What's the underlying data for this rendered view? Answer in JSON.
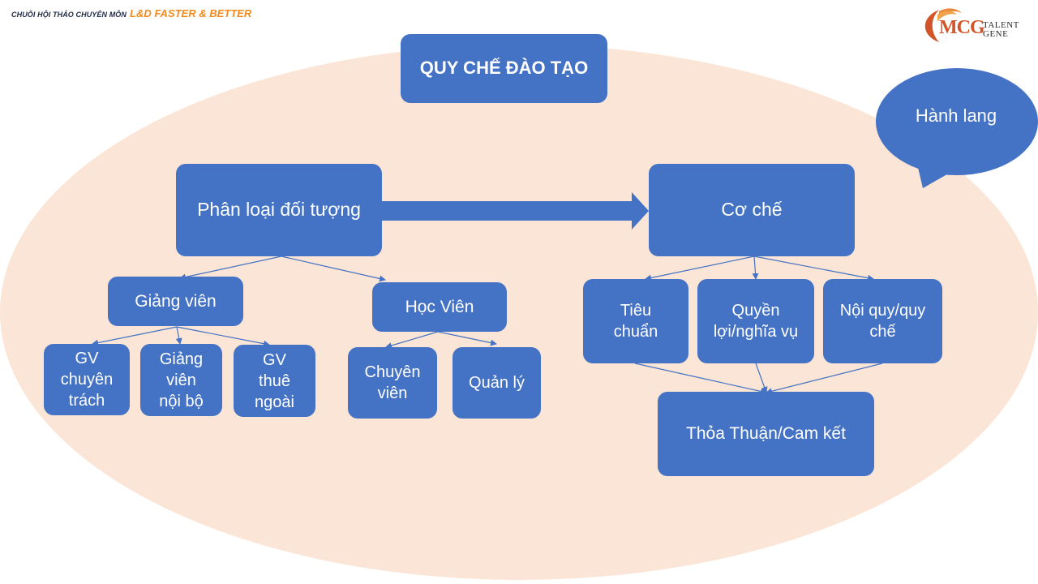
{
  "header": {
    "series": "CHUỖI HỘI THẢO CHUYÊN MÔN",
    "program": "L&D FASTER & BETTER"
  },
  "logo": {
    "brand": "MCG",
    "line1": "TALENT",
    "line2": "GENE"
  },
  "colors": {
    "node": "#4472c4",
    "ellipse": "#fbe5d6",
    "accent": "#f28a1e",
    "logo": "#d2552a"
  },
  "diagram": {
    "title": "QUY CHẾ ĐÀO TẠO",
    "callout": "Hành lang",
    "left": {
      "label": "Phân loại đối tượng",
      "giangvien": {
        "label": "Giảng viên",
        "children": [
          [
            "GV",
            "chuyên",
            "trách"
          ],
          [
            "Giảng",
            "viên",
            "nội bộ"
          ],
          [
            "GV",
            "thuê",
            "ngoài"
          ]
        ]
      },
      "hocvien": {
        "label": "Học Viên",
        "children": [
          [
            "Chuyên",
            "viên"
          ],
          [
            "Quản lý"
          ]
        ]
      }
    },
    "right": {
      "label": "Cơ chế",
      "children": [
        [
          "Tiêu",
          "chuẩn"
        ],
        [
          "Quyền",
          "lợi/nghĩa vụ"
        ],
        [
          "Nội quy/quy",
          "chế"
        ]
      ],
      "result": "Thỏa Thuận/Cam kết"
    }
  }
}
